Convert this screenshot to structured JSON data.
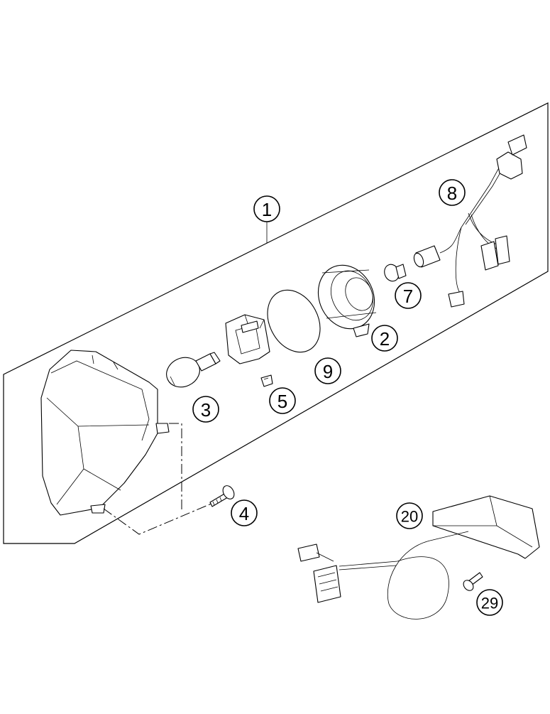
{
  "callouts": [
    {
      "id": "1",
      "label": "1"
    },
    {
      "id": "2",
      "label": "2"
    },
    {
      "id": "3",
      "label": "3"
    },
    {
      "id": "4",
      "label": "4"
    },
    {
      "id": "5",
      "label": "5"
    },
    {
      "id": "7",
      "label": "7"
    },
    {
      "id": "8",
      "label": "8"
    },
    {
      "id": "9",
      "label": "9"
    },
    {
      "id": "20",
      "label": "20"
    },
    {
      "id": "29",
      "label": "29"
    }
  ]
}
